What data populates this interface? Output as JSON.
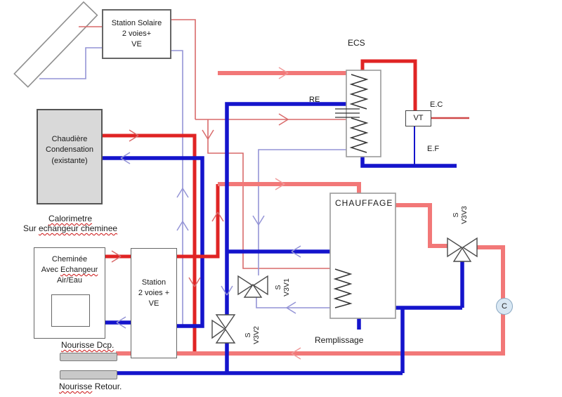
{
  "palette": {
    "pipe_red": "#e02424",
    "pipe_salmon": "#f27878",
    "pipe_blue": "#1414cc",
    "thin_red": "#d96a6a",
    "thin_purple": "#9494d6",
    "arrow_salmon": "#f09a9a",
    "box_grey_fill": "#d9d9d9",
    "meter_fill": "#d8e7f3",
    "wavy_red": "#cc1111"
  },
  "boxes": {
    "station_solaire": "Station Solaire\n2  voies+\nVE",
    "chaudiere": "Chaudière\nCondensation\n(existante)",
    "cheminee": {
      "l1": "Cheminée",
      "l2a": "Avec ",
      "l2b": "Echangeur",
      "l3": "Air/Eau"
    },
    "station_2voies": "Station\n2  voies +\nVE",
    "chauffage": "CHAUFFAGE",
    "vt": "VT"
  },
  "labels": {
    "ecs": "ECS",
    "re": "RE",
    "ec": "E.C",
    "ef": "E.F",
    "remplissage": "Remplissage",
    "calorimetre_l1": "Calorimetre",
    "calorimetre_l2a": "Sur ",
    "calorimetre_l2b": "echangeur cheminee",
    "nourisse_dcp": "Nourisse Dcp.",
    "nourisse_retour_a": "Nourisse",
    "nourisse_retour_b": " Retour.",
    "meter": "C"
  },
  "valves": {
    "v3v3": {
      "s": "S",
      "name": "V3V3"
    },
    "v3v1": {
      "s": "S",
      "name": "V3V1"
    },
    "v3v2": {
      "s": "S",
      "name": "V3V2"
    }
  }
}
